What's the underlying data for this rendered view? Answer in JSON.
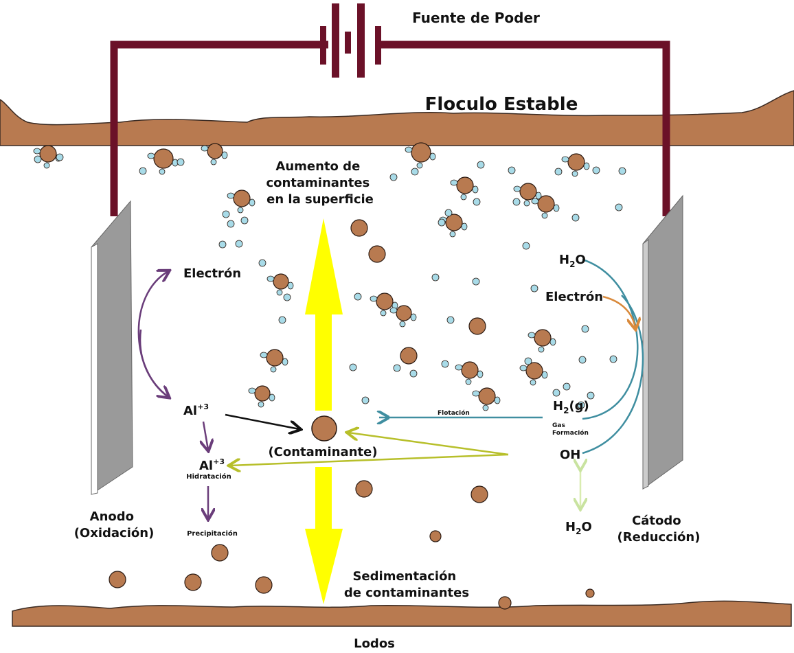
{
  "power_source": "Fuente de Poder",
  "floc_top": "Floculo Estable",
  "surface_note": [
    "Aumento de",
    "contaminantes",
    "en la superficie"
  ],
  "anode": {
    "label": "Anodo",
    "sub": "(Oxidación)"
  },
  "cathode": {
    "label": "Cátodo",
    "sub": "(Reducción)"
  },
  "left_labels": {
    "electron": "Electrón",
    "al": "Al",
    "al_sup": "+3",
    "al2": "Al",
    "al2_sup": "+3",
    "hydration": "Hidratación",
    "precipitation": "Precipitación"
  },
  "right_labels": {
    "h2o_top": "H",
    "h2o_top_sub": "2",
    "h2o_top_end": "O",
    "electron": "Electrón",
    "h2g": "H",
    "h2g_sub": "2",
    "h2g_end": "(g)",
    "gas1": "Gas",
    "gas2": "Formación",
    "flotation": "Flotación",
    "oh": "OH",
    "h2o_bot": "H",
    "h2o_bot_sub": "2",
    "h2o_bot_end": "O"
  },
  "contaminant": "(Contaminante)",
  "sediment_note": [
    "Sedimentación",
    "de contaminantes"
  ],
  "sludge": "Lodos",
  "colors": {
    "wire": "#6b1128",
    "floc": "#b87a50",
    "bubble": "#a8dbe8",
    "electrode": "#9a9a9a",
    "yellow": "#ffff00",
    "purple": "#6a3d7a",
    "teal": "#3f8ea0",
    "orange": "#d98a3c",
    "olive": "#b7bf2a",
    "pale_green": "#d9ecb0"
  }
}
